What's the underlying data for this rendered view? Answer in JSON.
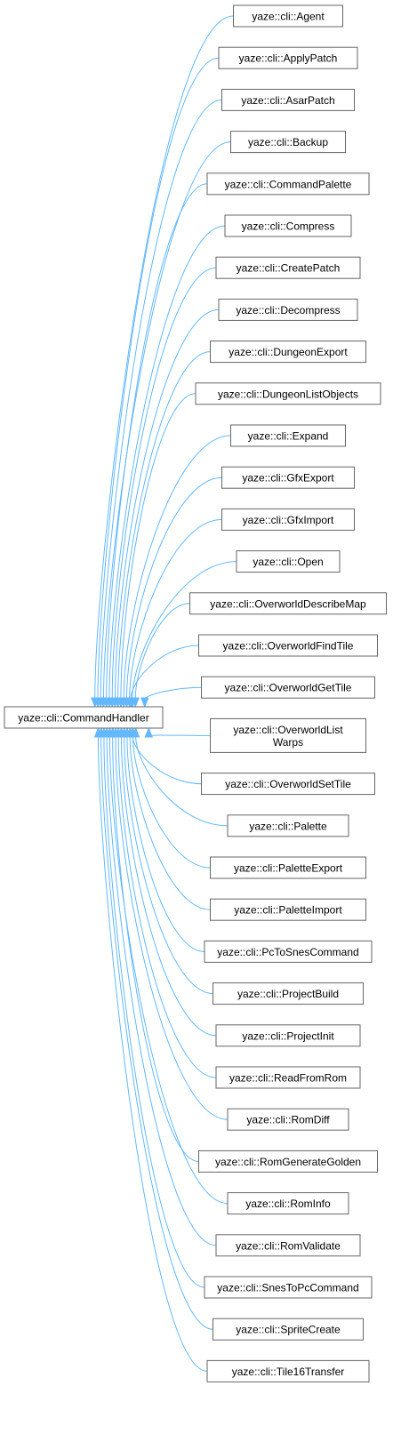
{
  "diagram": {
    "type": "inheritance-graph",
    "base_class": {
      "name": "yaze::cli::CommandHandler"
    },
    "edge_color": "#63b8ff",
    "box_border_color": "#666666",
    "derived_classes": [
      {
        "lines": [
          "yaze::cli::Agent"
        ]
      },
      {
        "lines": [
          "yaze::cli::ApplyPatch"
        ]
      },
      {
        "lines": [
          "yaze::cli::AsarPatch"
        ]
      },
      {
        "lines": [
          "yaze::cli::Backup"
        ]
      },
      {
        "lines": [
          "yaze::cli::CommandPalette"
        ]
      },
      {
        "lines": [
          "yaze::cli::Compress"
        ]
      },
      {
        "lines": [
          "yaze::cli::CreatePatch"
        ]
      },
      {
        "lines": [
          "yaze::cli::Decompress"
        ]
      },
      {
        "lines": [
          "yaze::cli::DungeonExport"
        ]
      },
      {
        "lines": [
          "yaze::cli::DungeonListObjects"
        ]
      },
      {
        "lines": [
          "yaze::cli::Expand"
        ]
      },
      {
        "lines": [
          "yaze::cli::GfxExport"
        ]
      },
      {
        "lines": [
          "yaze::cli::GfxImport"
        ]
      },
      {
        "lines": [
          "yaze::cli::Open"
        ]
      },
      {
        "lines": [
          "yaze::cli::OverworldDescribeMap"
        ]
      },
      {
        "lines": [
          "yaze::cli::OverworldFindTile"
        ]
      },
      {
        "lines": [
          "yaze::cli::OverworldGetTile"
        ]
      },
      {
        "lines": [
          "yaze::cli::OverworldList",
          "Warps"
        ]
      },
      {
        "lines": [
          "yaze::cli::OverworldSetTile"
        ]
      },
      {
        "lines": [
          "yaze::cli::Palette"
        ]
      },
      {
        "lines": [
          "yaze::cli::PaletteExport"
        ]
      },
      {
        "lines": [
          "yaze::cli::PaletteImport"
        ]
      },
      {
        "lines": [
          "yaze::cli::PcToSnesCommand"
        ]
      },
      {
        "lines": [
          "yaze::cli::ProjectBuild"
        ]
      },
      {
        "lines": [
          "yaze::cli::ProjectInit"
        ]
      },
      {
        "lines": [
          "yaze::cli::ReadFromRom"
        ]
      },
      {
        "lines": [
          "yaze::cli::RomDiff"
        ]
      },
      {
        "lines": [
          "yaze::cli::RomGenerateGolden"
        ]
      },
      {
        "lines": [
          "yaze::cli::RomInfo"
        ]
      },
      {
        "lines": [
          "yaze::cli::RomValidate"
        ]
      },
      {
        "lines": [
          "yaze::cli::SnesToPcCommand"
        ]
      },
      {
        "lines": [
          "yaze::cli::SpriteCreate"
        ]
      },
      {
        "lines": [
          "yaze::cli::Tile16Transfer"
        ]
      }
    ]
  }
}
